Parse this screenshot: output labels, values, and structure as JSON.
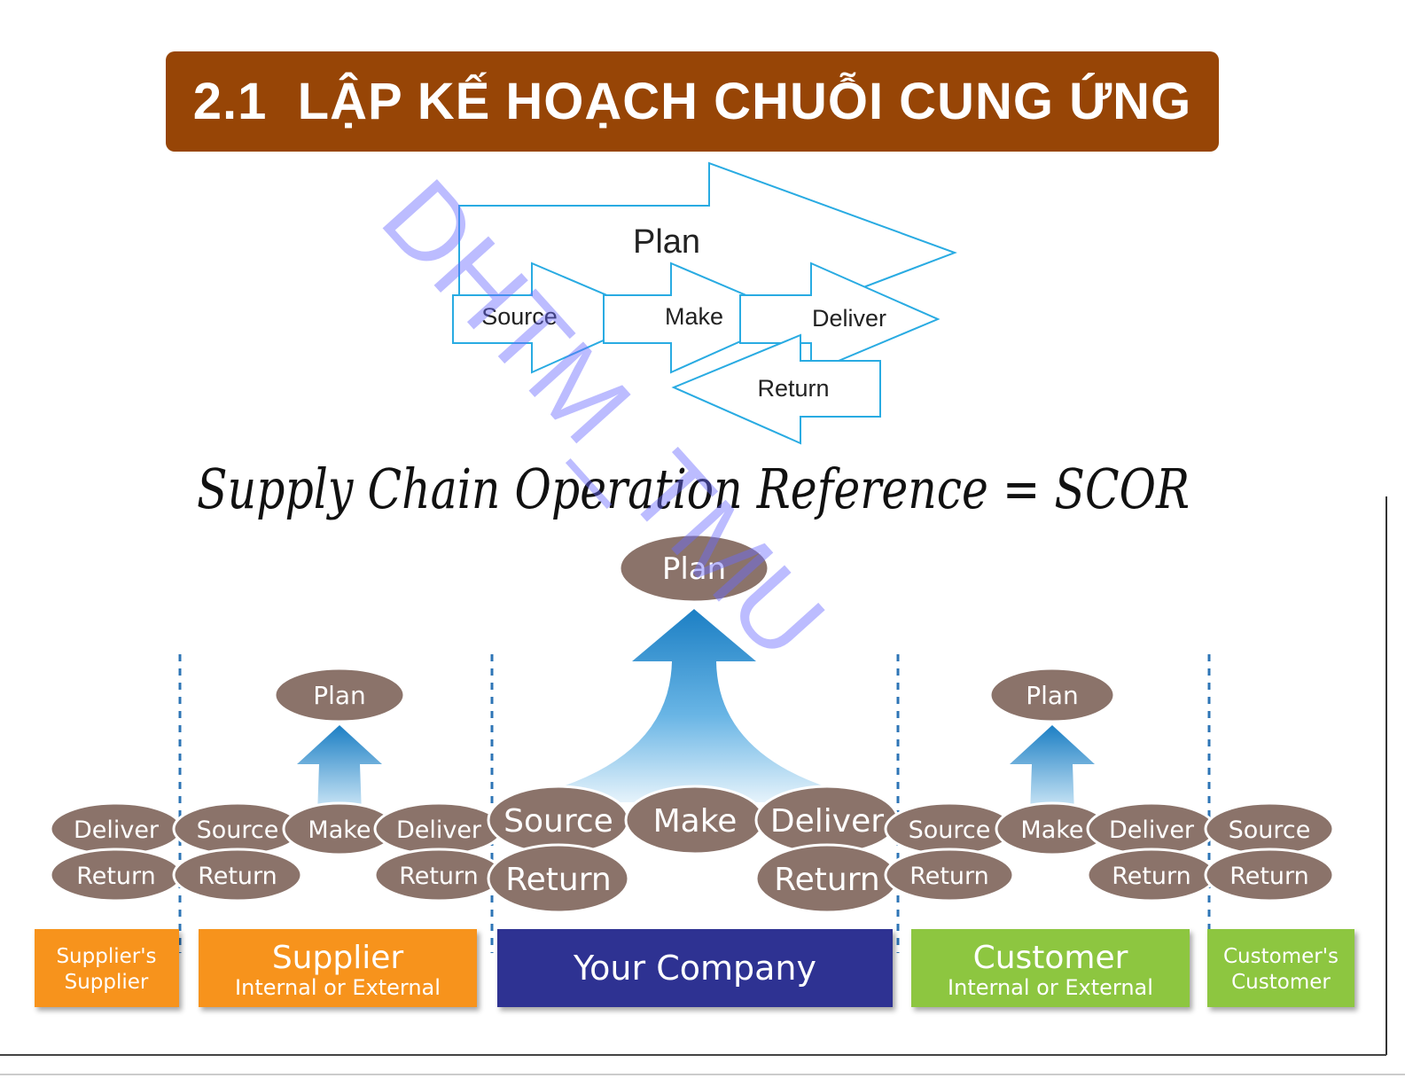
{
  "title": "2.1  LẬP KẾ HOẠCH CHUỖI CUNG ỨNG",
  "top_diagram": {
    "plan": "Plan",
    "source": "Source",
    "make": "Make",
    "deliver": "Deliver",
    "return": "Return"
  },
  "subtitle": "Supply Chain Operation Reference = SCOR",
  "watermark": "DHTM_TMU",
  "scor": {
    "main_plan": "Plan",
    "supplier_plan": "Plan",
    "customer_plan": "Plan",
    "ellipses": {
      "ss_deliver": "Deliver",
      "ss_return": "Return",
      "sup_source": "Source",
      "sup_return_left": "Return",
      "sup_make": "Make",
      "sup_deliver": "Deliver",
      "sup_return_right": "Return",
      "yc_source": "Source",
      "yc_make": "Make",
      "yc_deliver": "Deliver",
      "yc_return_left": "Return",
      "yc_return_right": "Return",
      "cus_source": "Source",
      "cus_return_left": "Return",
      "cus_make": "Make",
      "cus_deliver": "Deliver",
      "cus_return_right": "Return",
      "cc_source": "Source",
      "cc_return": "Return"
    },
    "boxes": {
      "ss_line1": "Supplier's",
      "ss_line2": "Supplier",
      "sup_line1": "Supplier",
      "sup_line2": "Internal or External",
      "yc": "Your Company",
      "cus_line1": "Customer",
      "cus_line2": "Internal or External",
      "cc_line1": "Customer's",
      "cc_line2": "Customer"
    }
  },
  "colors": {
    "title_bg": "#974506",
    "ellipse": "#8b736a",
    "orange": "#f7931e",
    "navy": "#2e3192",
    "green": "#8dc63f",
    "arrow_blue": "#1f86c8",
    "outline_blue": "#29abe2"
  }
}
